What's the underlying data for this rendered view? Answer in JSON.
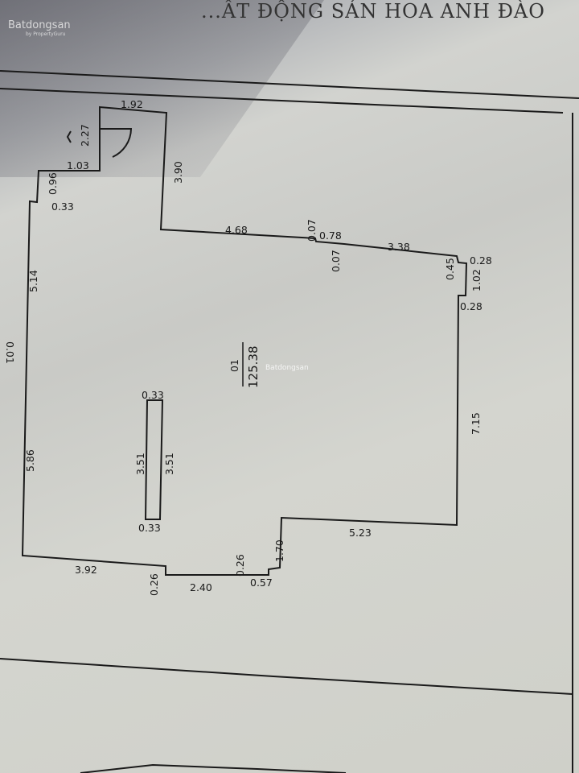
{
  "header": {
    "title": "...ẤT ĐỘNG SẢN HOA ANH ĐÀO"
  },
  "watermark": {
    "brand": "Batdongsan",
    "sub": "by PropertyGuru"
  },
  "parcel": {
    "number": "01",
    "area": "125.38"
  },
  "dimensions": {
    "top": "1.92",
    "door_h": "2.27",
    "door_w": "1.03",
    "left_upper_small": "0.96",
    "left_step": "0.33",
    "right_top": "3.90",
    "top_mid": "4.68",
    "jog1": "0.07",
    "jog_mid": "0.78",
    "jog2": "0.07",
    "top_right": "3.38",
    "notch_a": "0.45",
    "notch_b": "0.28",
    "notch_c": "1.02",
    "notch_d": "0.28",
    "left_upper": "5.14",
    "left_mid": "0.01",
    "left_lower": "5.86",
    "right_lower": "7.15",
    "bottom_right": "5.23",
    "inner_vert": "1.70",
    "bottom_small": "0.57",
    "bottom_step1": "0.26",
    "bottom_mid": "2.40",
    "bottom_step2": "0.26",
    "bottom_left": "3.92",
    "inner_top": "0.33",
    "inner_left": "3.51",
    "inner_right": "3.51",
    "inner_bottom": "0.33"
  }
}
